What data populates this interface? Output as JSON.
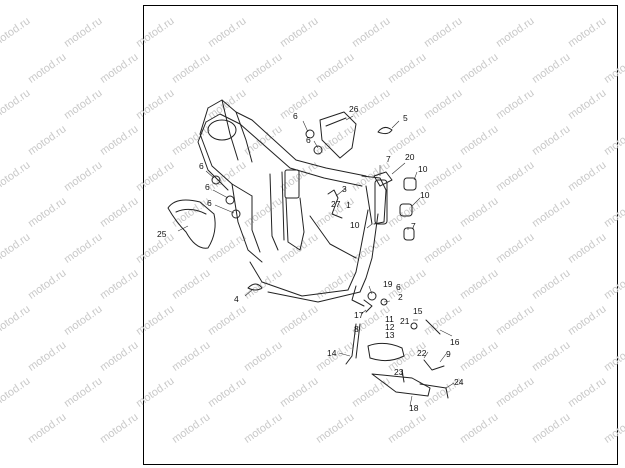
{
  "watermark": {
    "text": "motod.ru"
  },
  "callouts": [
    {
      "id": "c1",
      "text": "1"
    },
    {
      "id": "c2",
      "text": "2"
    },
    {
      "id": "c3",
      "text": "3"
    },
    {
      "id": "c4",
      "text": "4"
    },
    {
      "id": "c5",
      "text": "5"
    },
    {
      "id": "c6a",
      "text": "6"
    },
    {
      "id": "c6b",
      "text": "6"
    },
    {
      "id": "c6c",
      "text": "6"
    },
    {
      "id": "c6d",
      "text": "6"
    },
    {
      "id": "c6e",
      "text": "6"
    },
    {
      "id": "c6f",
      "text": "6"
    },
    {
      "id": "c7a",
      "text": "7"
    },
    {
      "id": "c7b",
      "text": "7"
    },
    {
      "id": "c8",
      "text": "8"
    },
    {
      "id": "c9",
      "text": "9"
    },
    {
      "id": "c10a",
      "text": "10"
    },
    {
      "id": "c10b",
      "text": "10"
    },
    {
      "id": "c10c",
      "text": "10"
    },
    {
      "id": "c11",
      "text": "11"
    },
    {
      "id": "c12",
      "text": "12"
    },
    {
      "id": "c13",
      "text": "13"
    },
    {
      "id": "c14",
      "text": "14"
    },
    {
      "id": "c15",
      "text": "15"
    },
    {
      "id": "c16",
      "text": "16"
    },
    {
      "id": "c17",
      "text": "17"
    },
    {
      "id": "c18",
      "text": "18"
    },
    {
      "id": "c19",
      "text": "19"
    },
    {
      "id": "c20",
      "text": "20"
    },
    {
      "id": "c21",
      "text": "21"
    },
    {
      "id": "c22",
      "text": "22"
    },
    {
      "id": "c23",
      "text": "23"
    },
    {
      "id": "c24",
      "text": "24"
    },
    {
      "id": "c25",
      "text": "25"
    },
    {
      "id": "c26",
      "text": "26"
    },
    {
      "id": "c27",
      "text": "27"
    }
  ]
}
